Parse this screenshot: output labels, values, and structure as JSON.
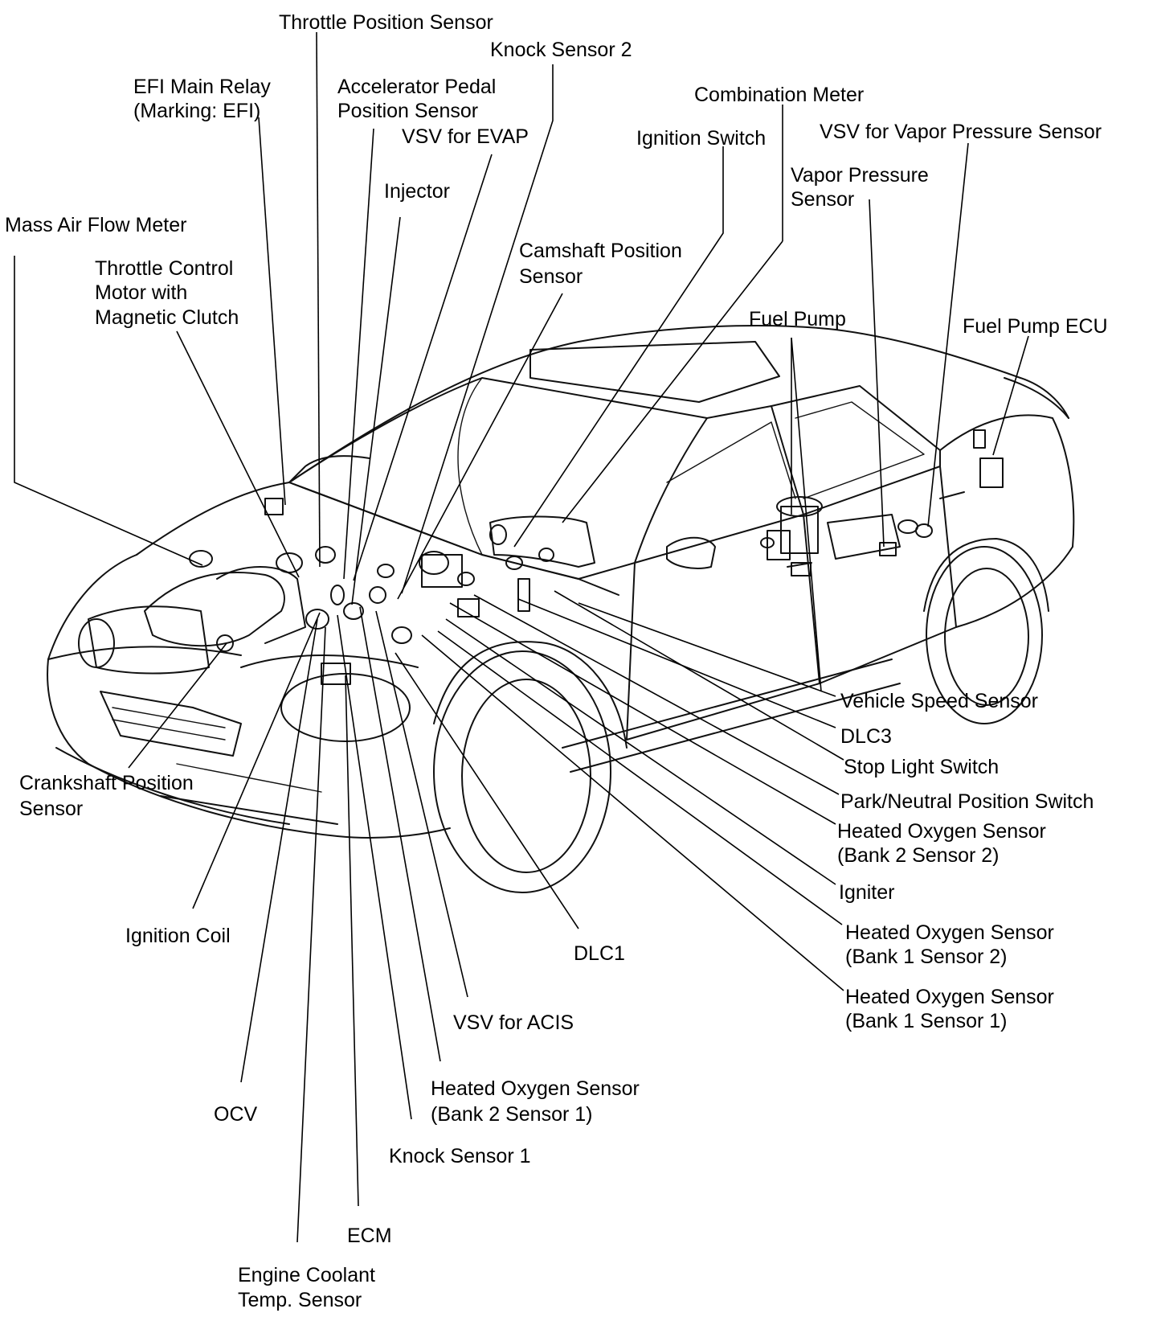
{
  "labels": {
    "throttle_position_sensor": "Throttle Position Sensor",
    "knock_sensor_2": "Knock Sensor 2",
    "efi_main_relay_line1": "EFI Main Relay",
    "efi_main_relay_line2": "(Marking: EFI)",
    "accelerator_pedal_line1": "Accelerator Pedal",
    "accelerator_pedal_line2": "Position Sensor",
    "vsv_for_evap": "VSV for EVAP",
    "combination_meter": "Combination Meter",
    "ignition_switch": "Ignition Switch",
    "vsv_for_vapor_pressure_sensor": "VSV for Vapor Pressure Sensor",
    "vapor_pressure_sensor_line1": "Vapor Pressure",
    "vapor_pressure_sensor_line2": "Sensor",
    "injector": "Injector",
    "mass_air_flow_meter": "Mass Air Flow Meter",
    "throttle_control_motor_line1": "Throttle Control",
    "throttle_control_motor_line2": "Motor with",
    "throttle_control_motor_line3": "Magnetic Clutch",
    "camshaft_position_sensor_line1": "Camshaft Position",
    "camshaft_position_sensor_line2": "Sensor",
    "fuel_pump": "Fuel Pump",
    "fuel_pump_ecu": "Fuel Pump ECU",
    "vehicle_speed_sensor": "Vehicle Speed Sensor",
    "dlc3": "DLC3",
    "stop_light_switch": "Stop Light Switch",
    "park_neutral_switch": "Park/Neutral Position Switch",
    "ho2s_b2s2_line1": "Heated Oxygen Sensor",
    "ho2s_b2s2_line2": "(Bank 2 Sensor 2)",
    "igniter": "Igniter",
    "ho2s_b1s2_line1": "Heated Oxygen Sensor",
    "ho2s_b1s2_line2": "(Bank 1 Sensor 2)",
    "ho2s_b1s1_line1": "Heated Oxygen Sensor",
    "ho2s_b1s1_line2": "(Bank 1 Sensor 1)",
    "crankshaft_position_sensor_line1": "Crankshaft Position",
    "crankshaft_position_sensor_line2": "Sensor",
    "ignition_coil": "Ignition Coil",
    "dlc1": "DLC1",
    "vsv_for_acis": "VSV for ACIS",
    "ho2s_b2s1_line1": "Heated Oxygen Sensor",
    "ho2s_b2s1_line2": "(Bank 2 Sensor 1)",
    "ocv": "OCV",
    "knock_sensor_1": "Knock Sensor 1",
    "ecm": "ECM",
    "engine_coolant_line1": "Engine Coolant",
    "engine_coolant_line2": "Temp. Sensor"
  },
  "colors": {
    "line": "#000000",
    "background": "#ffffff"
  }
}
